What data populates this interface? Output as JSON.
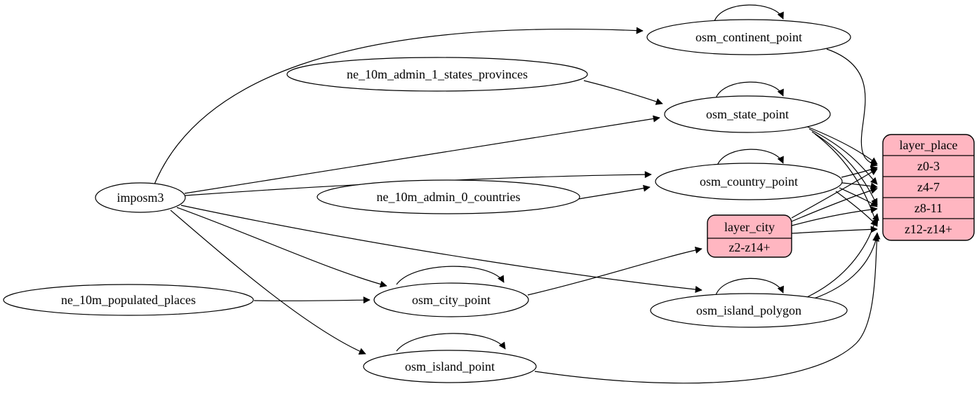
{
  "diagram": {
    "type": "graphviz-etl",
    "colors": {
      "background": "#ffffff",
      "stroke": "#000000",
      "node_fill": "#ffffff",
      "record_fill": "#ffb6c1"
    },
    "nodes": {
      "imposm3": {
        "label": "imposm3"
      },
      "ne_10m_admin_1_states_provinces": {
        "label": "ne_10m_admin_1_states_provinces"
      },
      "ne_10m_admin_0_countries": {
        "label": "ne_10m_admin_0_countries"
      },
      "ne_10m_populated_places": {
        "label": "ne_10m_populated_places"
      },
      "osm_continent_point": {
        "label": "osm_continent_point"
      },
      "osm_state_point": {
        "label": "osm_state_point"
      },
      "osm_country_point": {
        "label": "osm_country_point"
      },
      "osm_city_point": {
        "label": "osm_city_point"
      },
      "osm_island_polygon": {
        "label": "osm_island_polygon"
      },
      "osm_island_point": {
        "label": "osm_island_point"
      }
    },
    "records": {
      "layer_city": {
        "title": "layer_city",
        "rows": [
          "z2-z14+"
        ]
      },
      "layer_place": {
        "title": "layer_place",
        "rows": [
          "z0-3",
          "z4-7",
          "z8-11",
          "z12-z14+"
        ]
      }
    },
    "edges": [
      {
        "from": "imposm3",
        "to": "osm_continent_point"
      },
      {
        "from": "imposm3",
        "to": "osm_state_point"
      },
      {
        "from": "imposm3",
        "to": "osm_country_point"
      },
      {
        "from": "imposm3",
        "to": "osm_city_point"
      },
      {
        "from": "imposm3",
        "to": "osm_island_polygon"
      },
      {
        "from": "imposm3",
        "to": "osm_island_point"
      },
      {
        "from": "ne_10m_admin_1_states_provinces",
        "to": "osm_state_point"
      },
      {
        "from": "ne_10m_admin_0_countries",
        "to": "osm_country_point"
      },
      {
        "from": "ne_10m_populated_places",
        "to": "osm_city_point"
      },
      {
        "from": "osm_continent_point",
        "to": "osm_continent_point",
        "self_loop": true
      },
      {
        "from": "osm_state_point",
        "to": "osm_state_point",
        "self_loop": true
      },
      {
        "from": "osm_country_point",
        "to": "osm_country_point",
        "self_loop": true
      },
      {
        "from": "osm_city_point",
        "to": "osm_city_point",
        "self_loop": true
      },
      {
        "from": "osm_island_polygon",
        "to": "osm_island_polygon",
        "self_loop": true
      },
      {
        "from": "osm_island_point",
        "to": "osm_island_point",
        "self_loop": true
      },
      {
        "from": "osm_city_point",
        "to": "layer_city",
        "to_row": "z2-z14+"
      },
      {
        "from": "osm_continent_point",
        "to": "layer_place",
        "to_row": "z0-3"
      },
      {
        "from": "osm_state_point",
        "to": "layer_place",
        "to_row": "z0-3"
      },
      {
        "from": "osm_state_point",
        "to": "layer_place",
        "to_row": "z4-7"
      },
      {
        "from": "osm_state_point",
        "to": "layer_place",
        "to_row": "z8-11"
      },
      {
        "from": "osm_state_point",
        "to": "layer_place",
        "to_row": "z12-z14+"
      },
      {
        "from": "osm_country_point",
        "to": "layer_place",
        "to_row": "z0-3"
      },
      {
        "from": "osm_country_point",
        "to": "layer_place",
        "to_row": "z4-7"
      },
      {
        "from": "osm_country_point",
        "to": "layer_place",
        "to_row": "z8-11"
      },
      {
        "from": "osm_country_point",
        "to": "layer_place",
        "to_row": "z12-z14+"
      },
      {
        "from": "layer_city",
        "to": "layer_place",
        "to_row": "z0-3"
      },
      {
        "from": "layer_city",
        "to": "layer_place",
        "to_row": "z4-7"
      },
      {
        "from": "layer_city",
        "to": "layer_place",
        "to_row": "z8-11"
      },
      {
        "from": "layer_city",
        "to": "layer_place",
        "to_row": "z12-z14+"
      },
      {
        "from": "osm_island_polygon",
        "to": "layer_place",
        "to_row": "z8-11"
      },
      {
        "from": "osm_island_polygon",
        "to": "layer_place",
        "to_row": "z12-z14+"
      },
      {
        "from": "osm_island_point",
        "to": "layer_place",
        "to_row": "z12-z14+"
      }
    ]
  }
}
